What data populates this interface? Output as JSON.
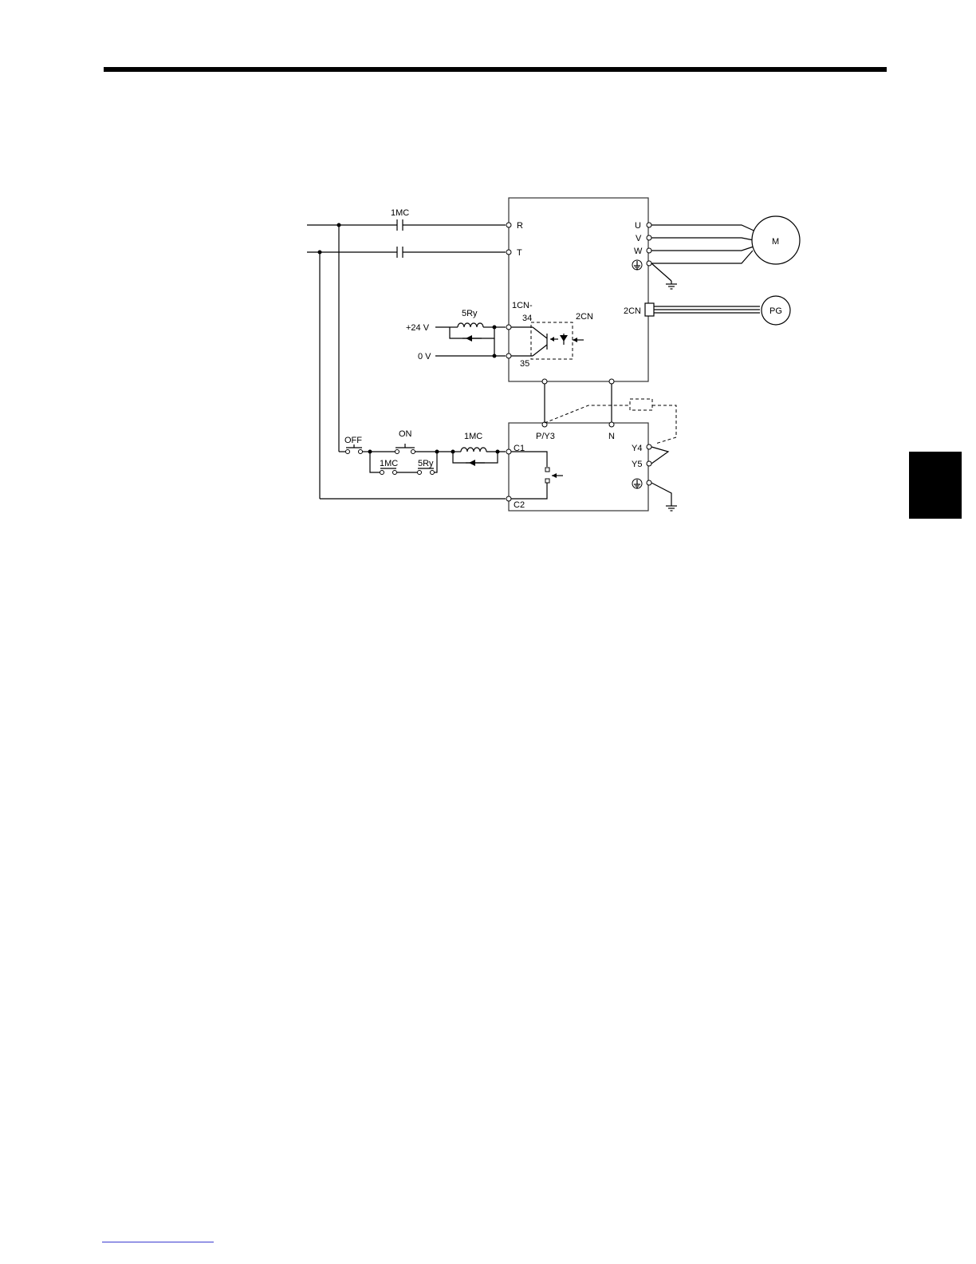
{
  "labels": {
    "mc_top": "1MC",
    "terminal_r": "R",
    "terminal_t": "T",
    "terminal_u": "U",
    "terminal_v": "V",
    "terminal_w": "W",
    "motor": "M",
    "cn2_main": "2CN",
    "encoder": "PG",
    "cn1": "1CN-",
    "pin34": "34",
    "pin35": "35",
    "cn2_opto": "2CN",
    "relay_5ry": "5Ry",
    "plus24v": "+24 V",
    "zero_v": "0 V",
    "off": "OFF",
    "on": "ON",
    "mc_coil": "1MC",
    "mc_contact": "1MC",
    "ry_contact": "5Ry",
    "c1": "C1",
    "c2": "C2",
    "py3": "P/Y3",
    "n": "N",
    "y4": "Y4",
    "y5": "Y5"
  }
}
